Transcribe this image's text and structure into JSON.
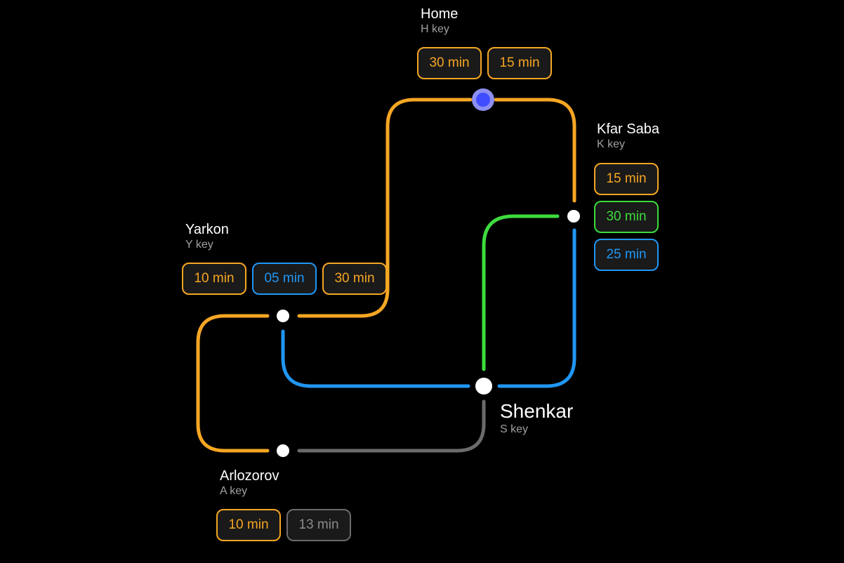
{
  "colors": {
    "orange": "#f5a623",
    "blue": "#2196f3",
    "green": "#3ddc3d",
    "gray": "#6b6b6b",
    "home_marker": "#3f4cff",
    "home_marker_ring": "#8d8ff0",
    "station": "#ffffff"
  },
  "stations": {
    "home": {
      "name": "Home",
      "key": "H key"
    },
    "kfar_saba": {
      "name": "Kfar Saba",
      "key": "K key"
    },
    "yarkon": {
      "name": "Yarkon",
      "key": "Y key"
    },
    "shenkar": {
      "name": "Shenkar",
      "key": "S key"
    },
    "arlozorov": {
      "name": "Arlozorov",
      "key": "A key"
    }
  },
  "chips": {
    "home": [
      {
        "label": "30 min",
        "color": "orange"
      },
      {
        "label": "15 min",
        "color": "orange"
      }
    ],
    "kfar_saba": [
      {
        "label": "15 min",
        "color": "orange"
      },
      {
        "label": "30 min",
        "color": "green"
      },
      {
        "label": "25 min",
        "color": "blue"
      }
    ],
    "yarkon": [
      {
        "label": "10 min",
        "color": "orange"
      },
      {
        "label": "05 min",
        "color": "blue"
      },
      {
        "label": "30 min",
        "color": "orange"
      }
    ],
    "arlozorov": [
      {
        "label": "10 min",
        "color": "orange"
      },
      {
        "label": "13 min",
        "color": "gray"
      }
    ]
  }
}
